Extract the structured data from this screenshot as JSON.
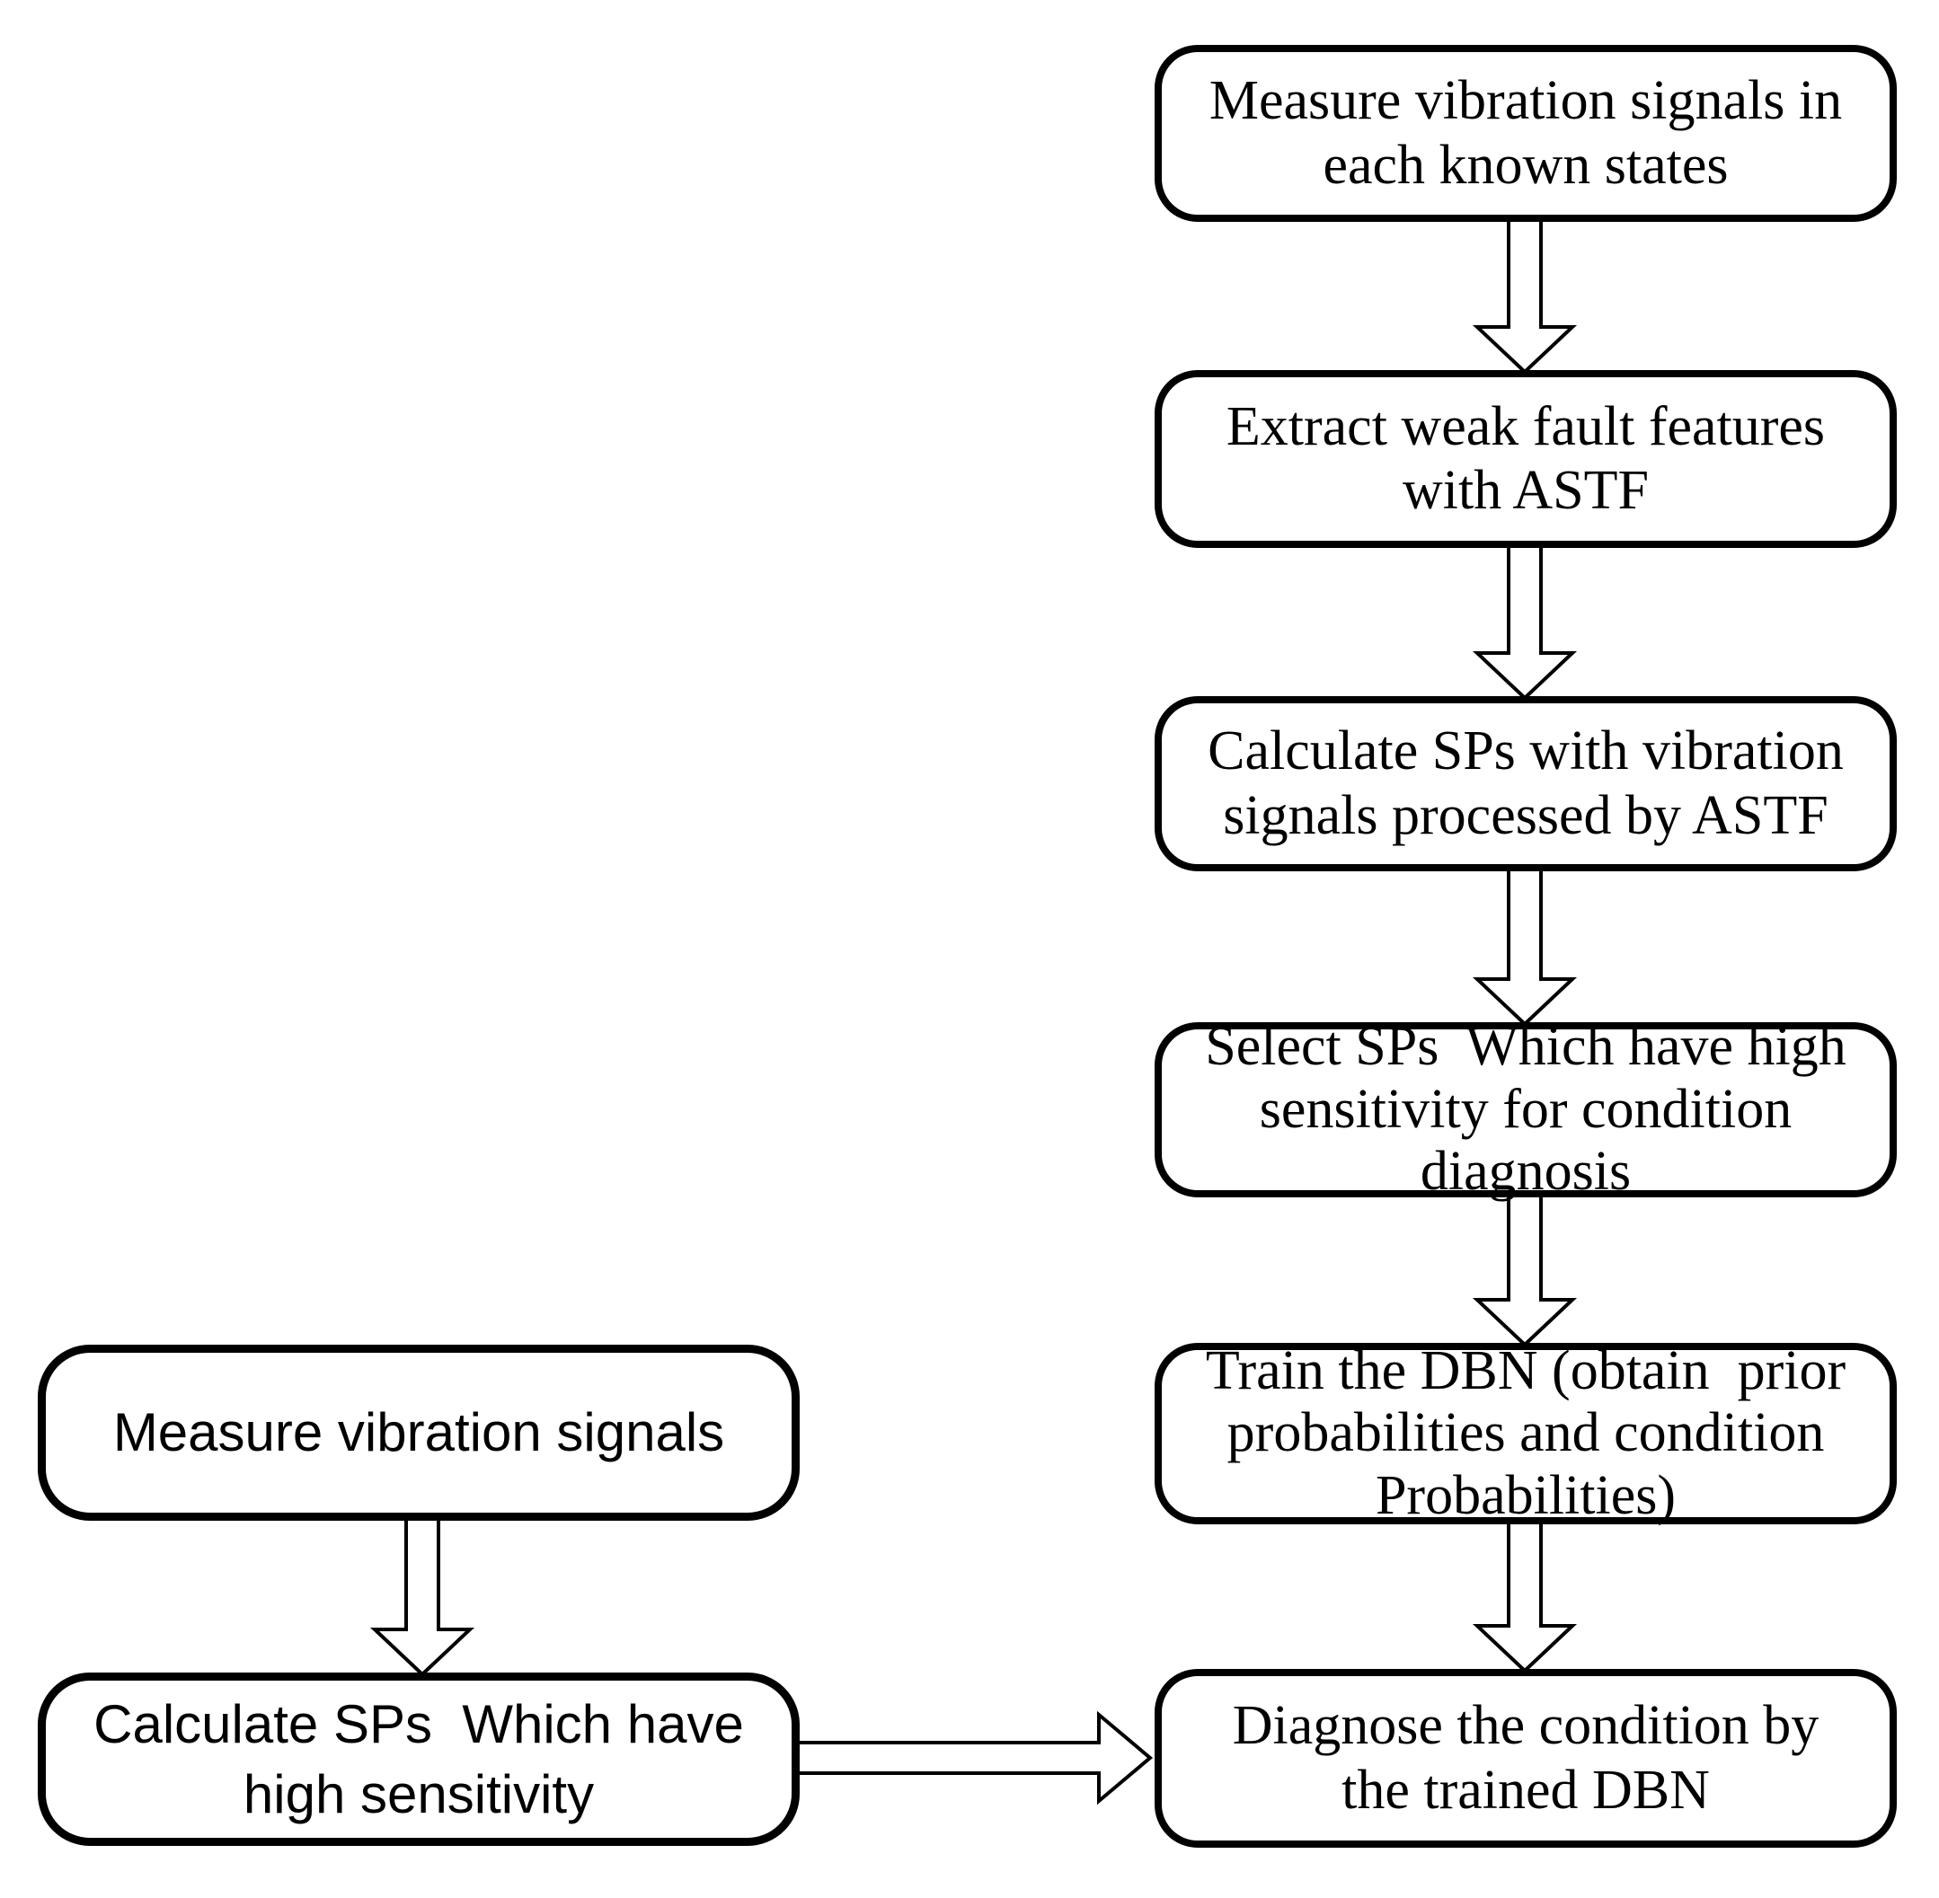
{
  "figure": {
    "title": "ASTF-DBN condition diagnosis flowchart",
    "colors": {
      "background": "#ffffff",
      "box_fill": "#ffffff",
      "box_border": "#000000",
      "text": "#000000"
    },
    "right_column": {
      "boxes": [
        {
          "id": "measure-known-states",
          "text": "Measure vibration signals in\neach known states"
        },
        {
          "id": "extract-weak-features",
          "text": "Extract weak fault features\nwith ASTF"
        },
        {
          "id": "calculate-sps-astf",
          "text": "Calculate SPs with vibration\nsignals processed by ASTF"
        },
        {
          "id": "select-sps",
          "text": "Select SPs  Which have high\nsensitivity for condition\ndiagnosis"
        },
        {
          "id": "train-dbn",
          "text": "Train the DBN (obtain  prior\nprobabilities and condition\nProbabilities)"
        },
        {
          "id": "diagnose-condition",
          "text": "Diagnose the condition by\nthe trained DBN"
        }
      ]
    },
    "left_column": {
      "boxes": [
        {
          "id": "measure-signals",
          "text": "Measure vibration signals"
        },
        {
          "id": "calculate-sps-high-sensitivity",
          "text": "Calculate SPs  Which have\nhigh sensitivity"
        }
      ]
    },
    "arrows": [
      {
        "name": "down-arrow-measure-to-extract"
      },
      {
        "name": "down-arrow-extract-to-calculate"
      },
      {
        "name": "down-arrow-calculate-to-select"
      },
      {
        "name": "down-arrow-select-to-train"
      },
      {
        "name": "down-arrow-train-to-diagnose"
      },
      {
        "name": "down-arrow-measure-to-calculate-left"
      },
      {
        "name": "right-arrow-calculate-to-diagnose"
      }
    ]
  }
}
